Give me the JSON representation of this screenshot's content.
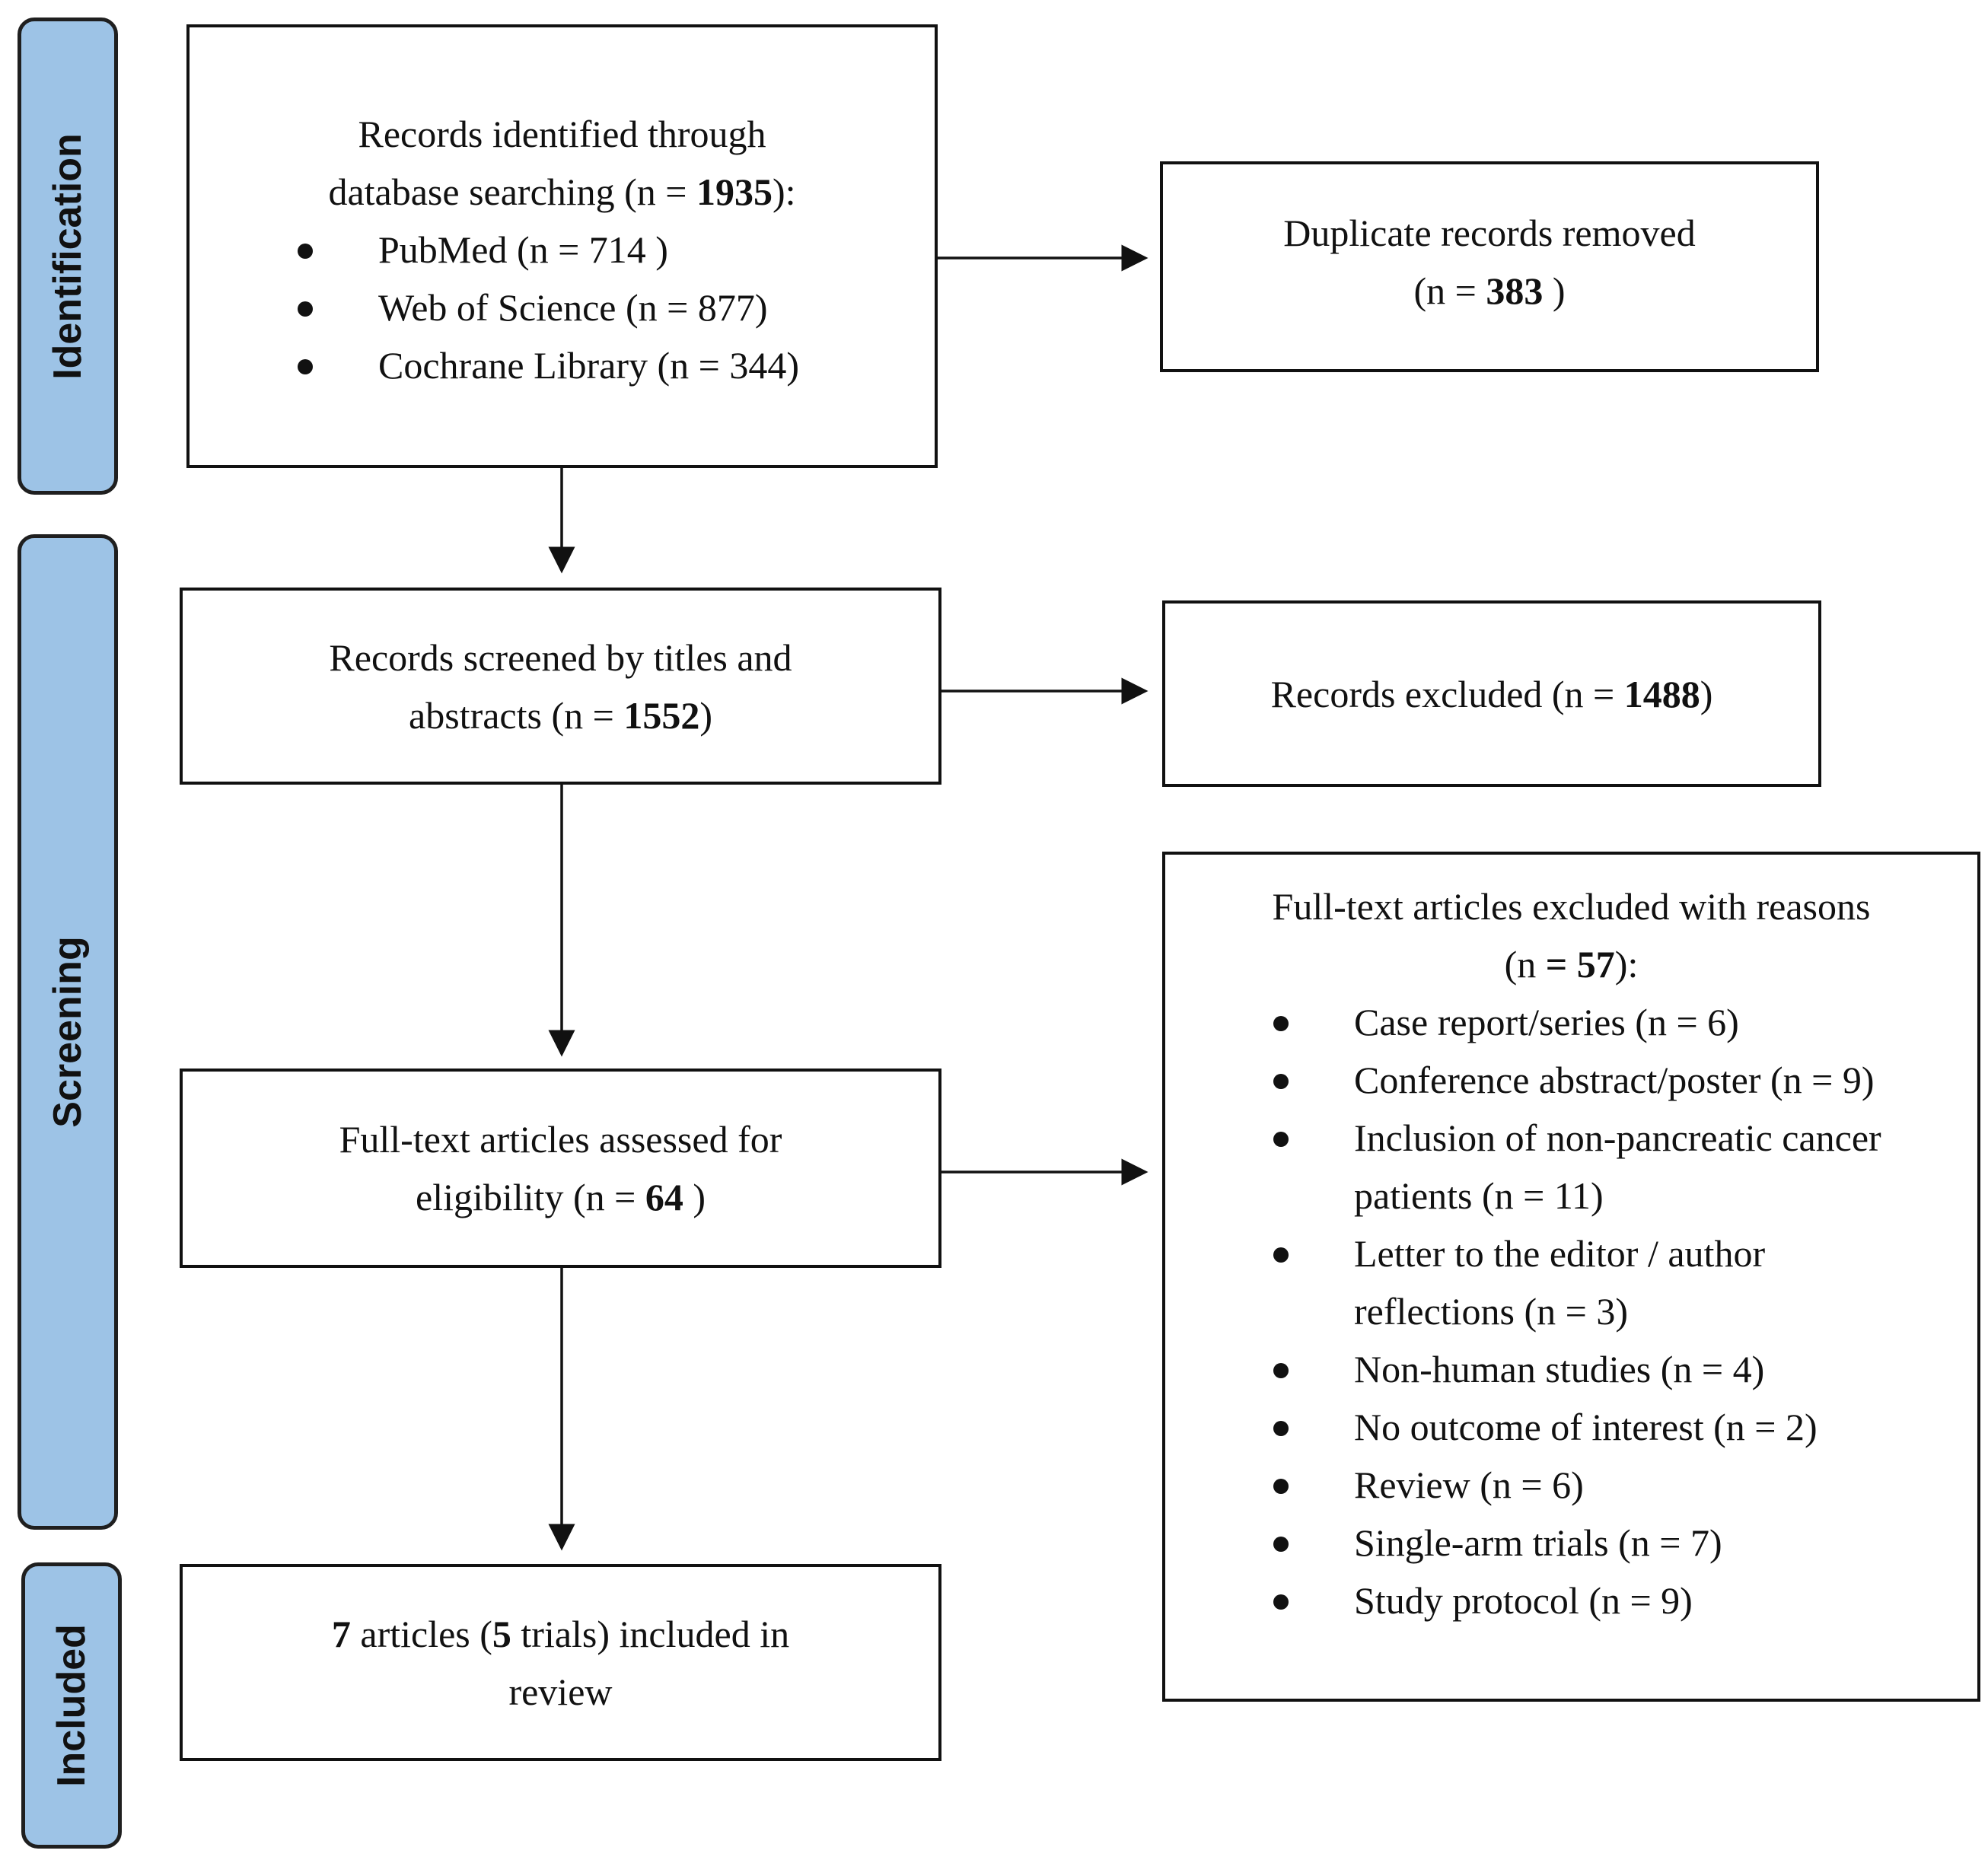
{
  "phases": {
    "identification": "Identification",
    "screening": "Screening",
    "included": "Included"
  },
  "identified": {
    "line1": "Records identified through",
    "line2_pre": "database searching (n = ",
    "line2_num": "1935",
    "line2_post": "):",
    "items": [
      "PubMed (n = 714 )",
      "Web of Science (n = 877)",
      "Cochrane Library (n = 344)"
    ]
  },
  "duplicates": {
    "line1": "Duplicate records removed",
    "line2_pre": "(n = ",
    "line2_num": "383",
    "line2_post": " )"
  },
  "screened": {
    "line1": "Records screened by titles and",
    "line2_pre": "abstracts (n = ",
    "line2_num": "1552",
    "line2_post": ")"
  },
  "excluded": {
    "pre": "Records excluded (n = ",
    "num": "1488",
    "post": ")"
  },
  "fulltext": {
    "line1": "Full-text articles assessed for",
    "line2_pre": "eligibility (n = ",
    "line2_num": "64",
    "line2_post": " )"
  },
  "fulltext_excluded": {
    "line1": "Full-text articles excluded with reasons",
    "line2_pre": "(n ",
    "line2_num": "= 57",
    "line2_post": "):",
    "items": [
      "Case report/series (n = 6)",
      "Conference abstract/poster (n = 9)",
      "Inclusion of non-pancreatic cancer patients (n = 11)",
      "Letter to the editor / author reflections (n = 3)",
      "Non-human studies (n = 4)",
      "No outcome of interest (n = 2)",
      "Review (n = 6)",
      "Single-arm trials (n = 7)",
      "Study protocol (n = 9)"
    ]
  },
  "included": {
    "num1": "7",
    "mid1": " articles (",
    "num2": "5",
    "mid2": " trials)  included in",
    "line2": "review"
  }
}
